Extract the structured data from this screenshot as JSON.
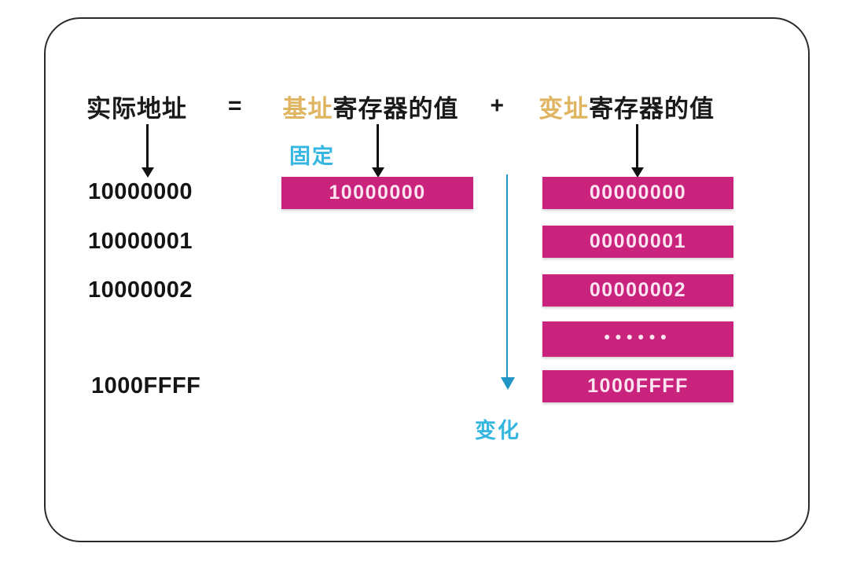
{
  "diagram": {
    "title_formula": {
      "actual_address": "实际地址",
      "equals": "=",
      "base_prefix": "基址",
      "base_suffix": "寄存器的值",
      "plus": "+",
      "index_prefix": "变址",
      "index_suffix": "寄存器的值",
      "gold_color": "#e0b562"
    },
    "annotations": {
      "fixed_label": "固定",
      "changing_label": "变化",
      "cyan_color": "#35b6e0"
    },
    "address_column": {
      "name": "实际地址",
      "values": [
        "10000000",
        "10000001",
        "10000002",
        "1000FFFF"
      ]
    },
    "base_register": {
      "name": "基址寄存器的值",
      "values": [
        "10000000"
      ],
      "box_color": "#c9237e"
    },
    "index_register": {
      "name": "变址寄存器的值",
      "values": [
        "00000000",
        "00000001",
        "00000002",
        "••••••",
        "1000FFFF"
      ],
      "box_color": "#c9237e"
    }
  }
}
